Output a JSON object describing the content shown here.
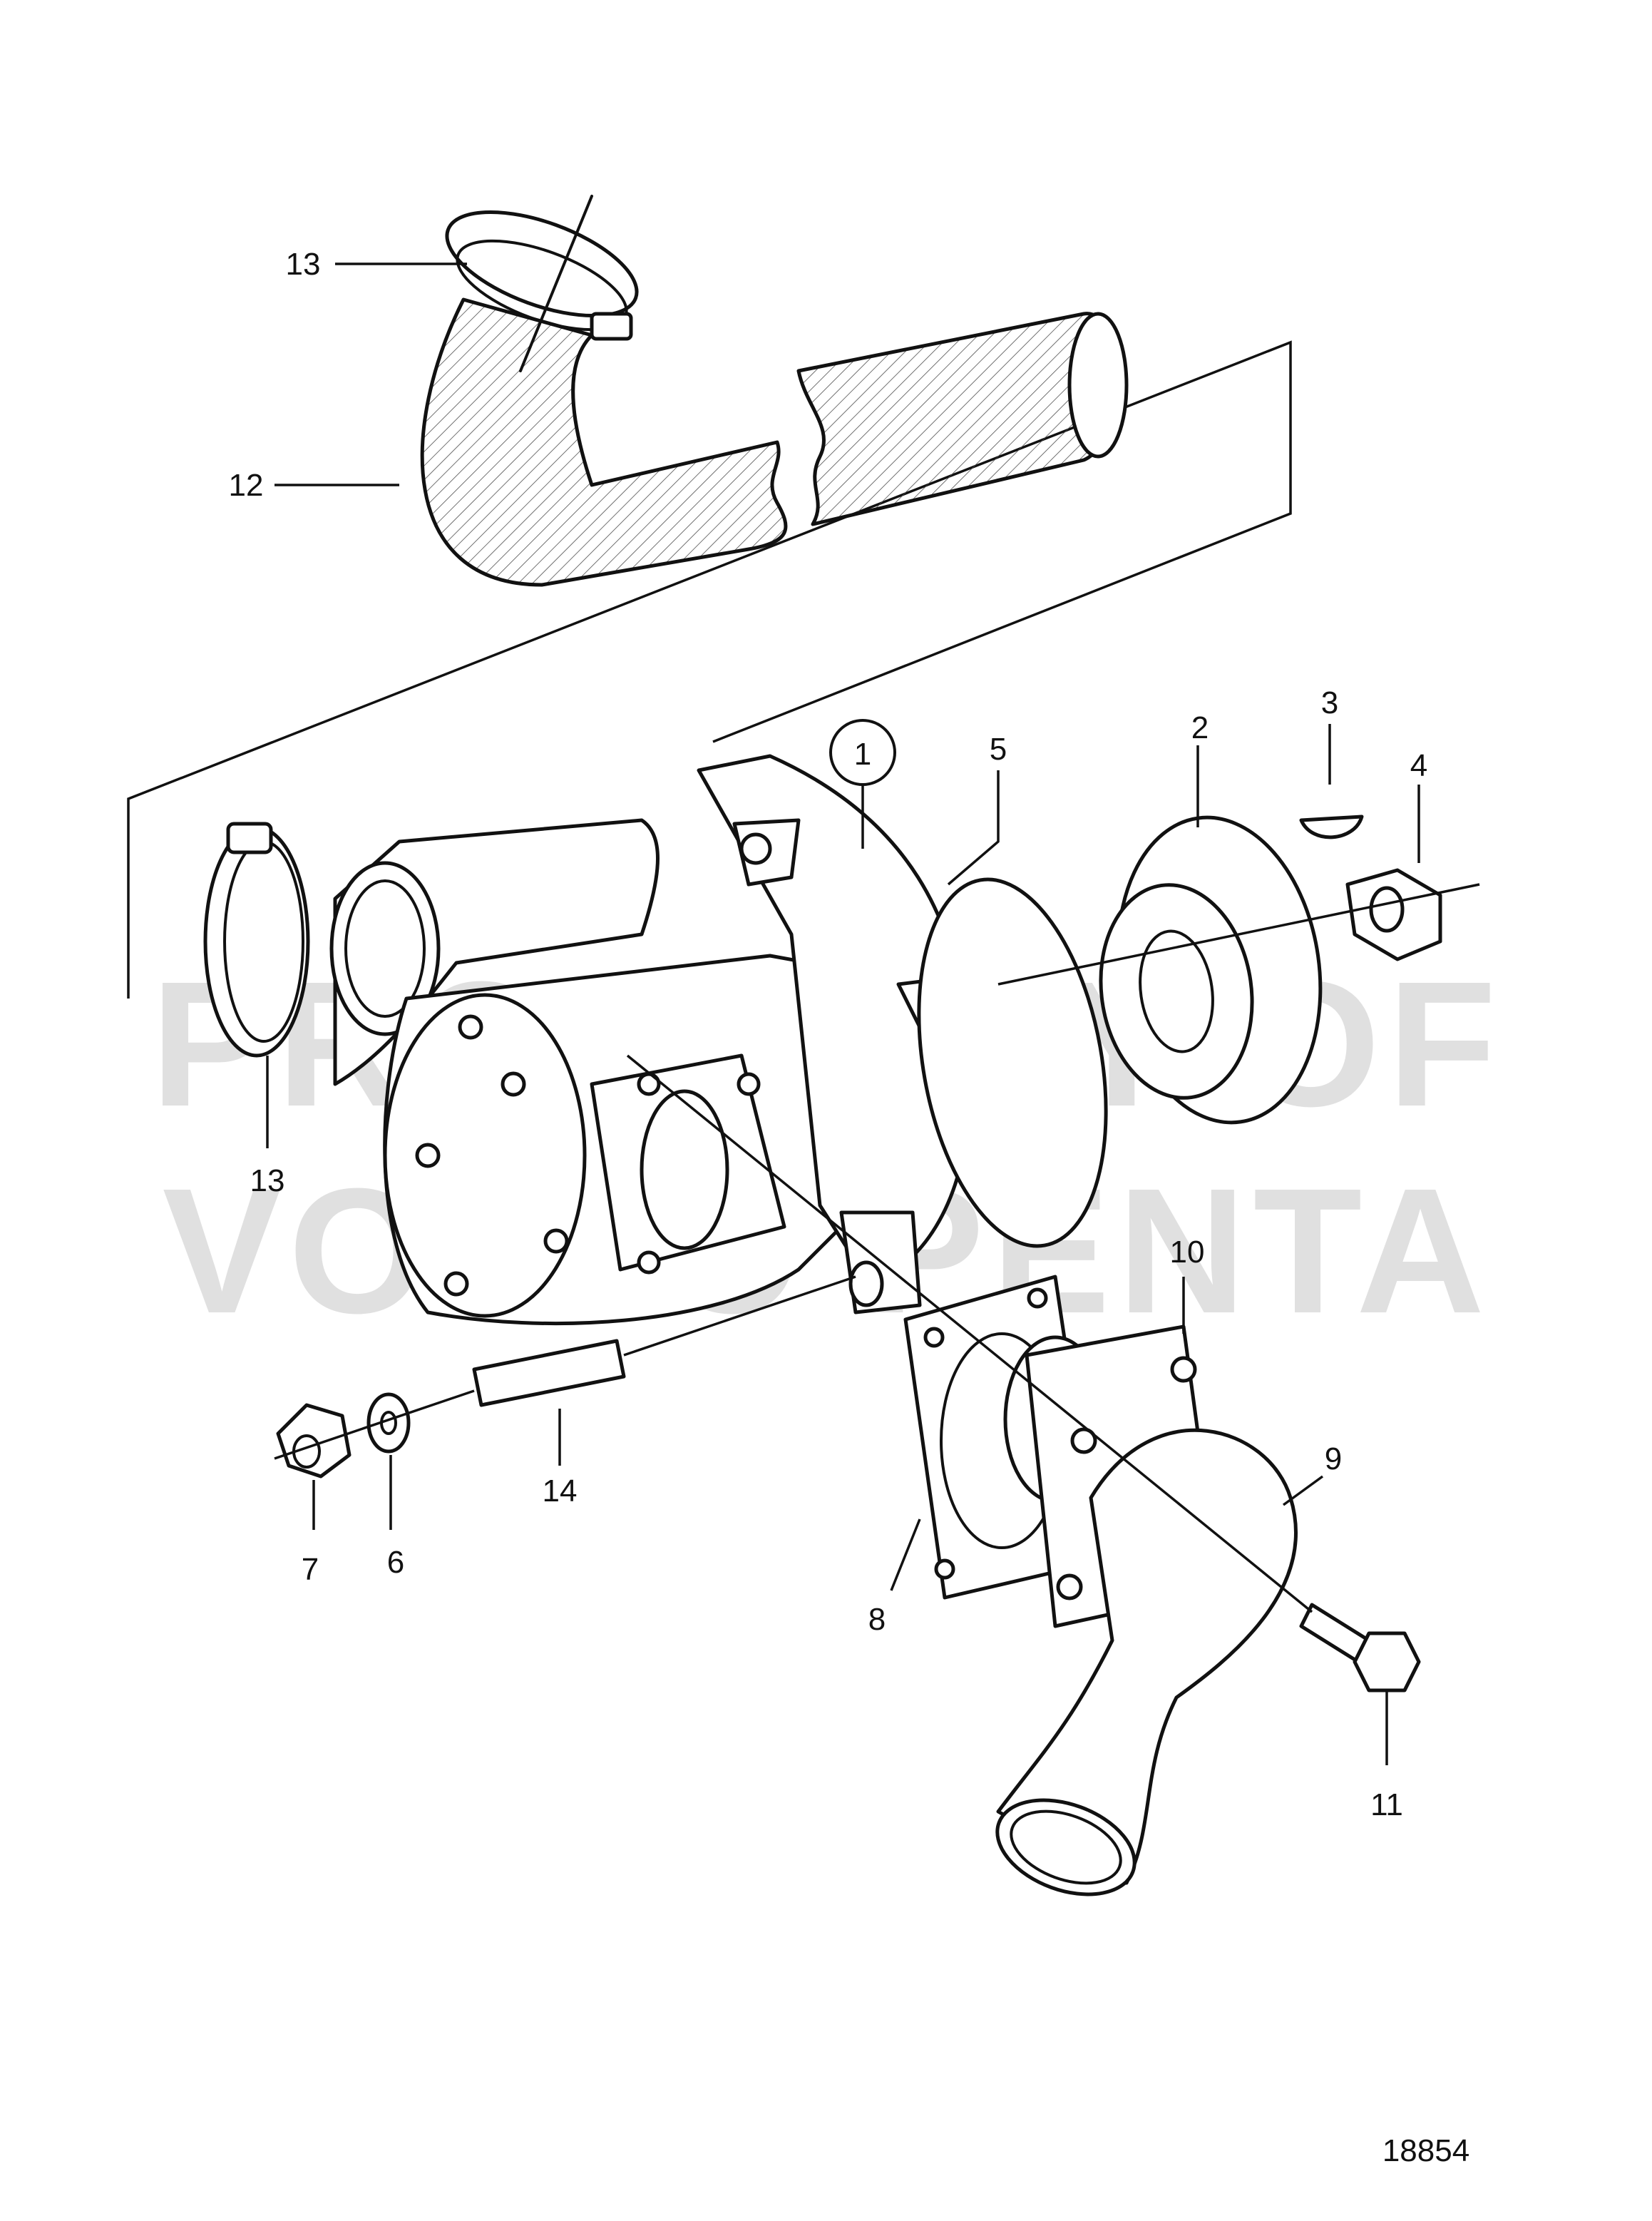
{
  "watermark": {
    "line1": "PROPERTY OF",
    "line2": "VOLVO PENTA"
  },
  "drawing_number": "18854",
  "callouts": [
    {
      "id": "part-1",
      "label": "1",
      "circled": true
    },
    {
      "id": "part-2",
      "label": "2"
    },
    {
      "id": "part-3",
      "label": "3"
    },
    {
      "id": "part-4",
      "label": "4"
    },
    {
      "id": "part-5",
      "label": "5"
    },
    {
      "id": "part-6",
      "label": "6"
    },
    {
      "id": "part-7",
      "label": "7"
    },
    {
      "id": "part-8",
      "label": "8"
    },
    {
      "id": "part-9",
      "label": "9"
    },
    {
      "id": "part-10",
      "label": "10"
    },
    {
      "id": "part-11",
      "label": "11"
    },
    {
      "id": "part-12",
      "label": "12"
    },
    {
      "id": "part-13-top",
      "label": "13"
    },
    {
      "id": "part-13-left",
      "label": "13"
    },
    {
      "id": "part-14",
      "label": "14"
    }
  ]
}
